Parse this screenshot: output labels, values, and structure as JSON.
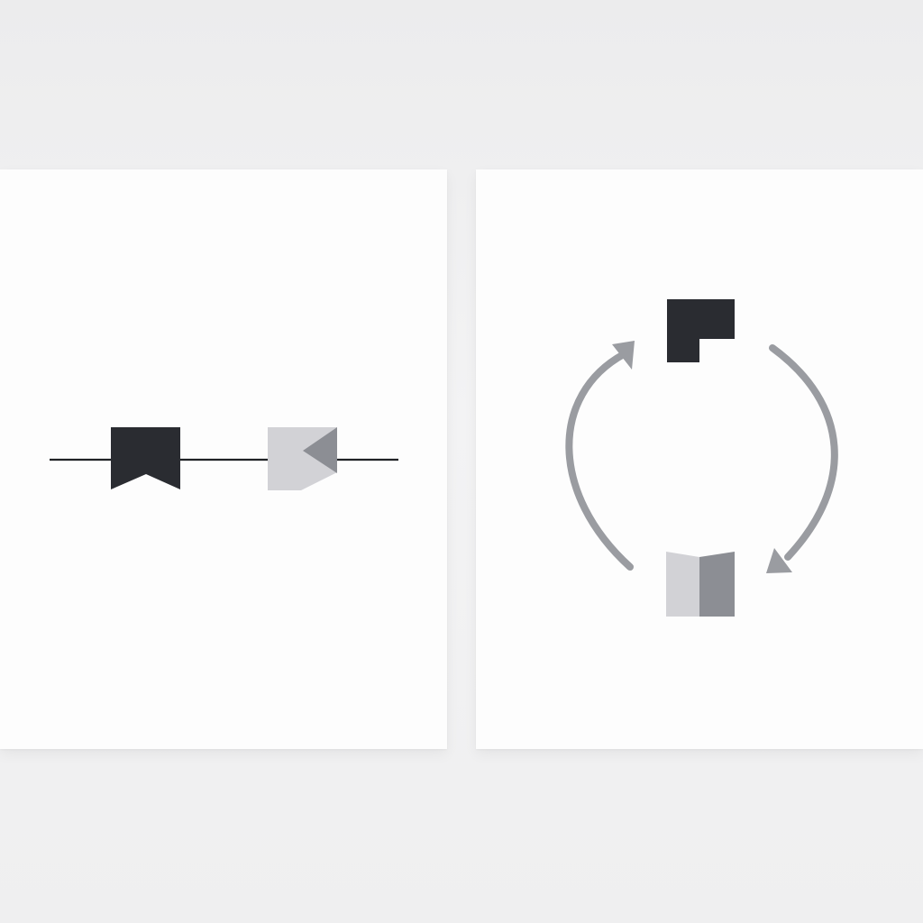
{
  "colors": {
    "background": "#efeff0",
    "panel": "#fdfdfd",
    "dark": "#2a2c31",
    "light_gray": "#d2d2d6",
    "mid_gray": "#8c8e94",
    "arrow_gray": "#9a9ca1",
    "line": "#202226"
  },
  "left_panel": {
    "elements": [
      "connector-line",
      "dark-tag-shape",
      "light-gray-block",
      "mid-gray-triangle"
    ]
  },
  "right_panel": {
    "elements": [
      "dark-l-block",
      "two-tone-folded-block",
      "left-cycle-arrow",
      "right-cycle-arrow"
    ]
  }
}
